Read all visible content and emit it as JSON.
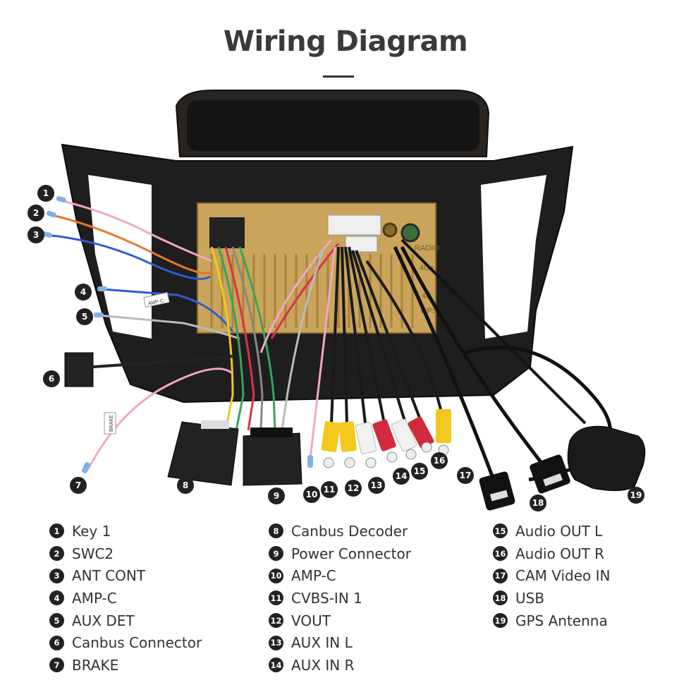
{
  "title": "Wiring Diagram",
  "legend": {
    "col1": [
      {
        "num": "1",
        "label": "Key 1"
      },
      {
        "num": "2",
        "label": "SWC2"
      },
      {
        "num": "3",
        "label": "ANT CONT"
      },
      {
        "num": "4",
        "label": "AMP-C"
      },
      {
        "num": "5",
        "label": "AUX DET"
      },
      {
        "num": "6",
        "label": "Canbus Connector"
      },
      {
        "num": "7",
        "label": "BRAKE"
      }
    ],
    "col2": [
      {
        "num": "8",
        "label": "Canbus Decoder"
      },
      {
        "num": "9",
        "label": "Power Connector"
      },
      {
        "num": "10",
        "label": "AMP-C"
      },
      {
        "num": "11",
        "label": "CVBS-IN 1"
      },
      {
        "num": "12",
        "label": "VOUT"
      },
      {
        "num": "13",
        "label": "AUX IN L"
      },
      {
        "num": "14",
        "label": "AUX IN R"
      }
    ],
    "col3": [
      {
        "num": "15",
        "label": "Audio OUT L"
      },
      {
        "num": "16",
        "label": "Audio OUT R"
      },
      {
        "num": "17",
        "label": "CAM Video IN"
      },
      {
        "num": "18",
        "label": "USB"
      },
      {
        "num": "19",
        "label": "GPS Antenna"
      }
    ]
  },
  "unit_labels": {
    "radio": "RADIO",
    "fourg_a": "4G+",
    "fourg_b": "4G",
    "gps": "GPS",
    "amp_tag": "AMP-C",
    "brake_tag": "BRAKE"
  },
  "colors": {
    "bezel": "#1e1e1e",
    "board": "#c9a45a",
    "pink": "#f2a7c3",
    "orange": "#e8772e",
    "blue": "#2f5bd3",
    "green": "#3aa35a",
    "red": "#d8324a",
    "yellow": "#f2c81e",
    "rca_red": "#d12a3c",
    "rca_white": "#f2f2f2"
  }
}
